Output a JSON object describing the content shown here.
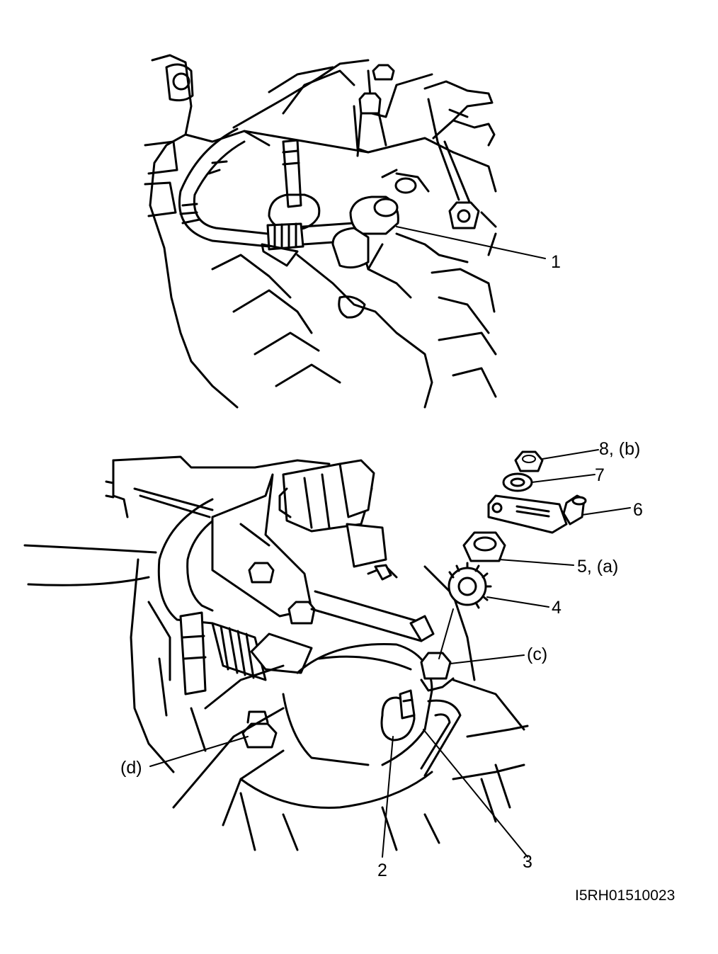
{
  "figure_code": "I5RH01510023",
  "callouts": {
    "c1": "1",
    "c2": "2",
    "c3": "3",
    "c4": "4",
    "c5": "5, (a)",
    "c6": "6",
    "c7": "7",
    "c8": "8, (b)",
    "cc": "(c)",
    "cd": "(d)"
  }
}
